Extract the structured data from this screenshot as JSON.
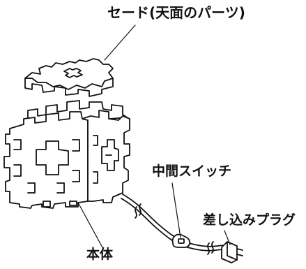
{
  "labels": {
    "shade": "セード(天面のパーツ)",
    "switch": "中間スイッチ",
    "plug": "差し込みプラグ",
    "body": "本体"
  },
  "colors": {
    "line": "#111111",
    "fill": "#ffffff",
    "cord": "#7a7a7a"
  }
}
